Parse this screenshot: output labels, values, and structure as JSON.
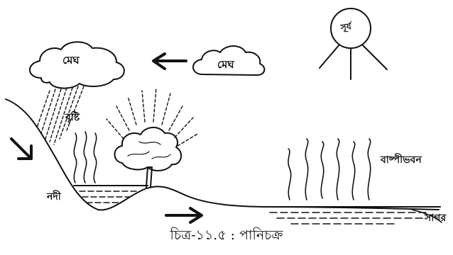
{
  "labels": {
    "cloud_left": "মেঘ",
    "cloud_right": "মেঘ",
    "sun": "সূর্য",
    "rain": "বৃষ্টি",
    "evaporation": "বাষ্পীভবন",
    "river": "নদী",
    "sea": "সাগর"
  },
  "caption": "চিত্র-১১.৫ : পানিচক্র",
  "colors": {
    "ink": "#111111",
    "background": "#ffffff"
  },
  "icons": [
    "sun-icon",
    "cloud-icon",
    "tree-icon",
    "arrow-left-icon",
    "arrow-down-right-icon",
    "arrow-right-icon"
  ]
}
